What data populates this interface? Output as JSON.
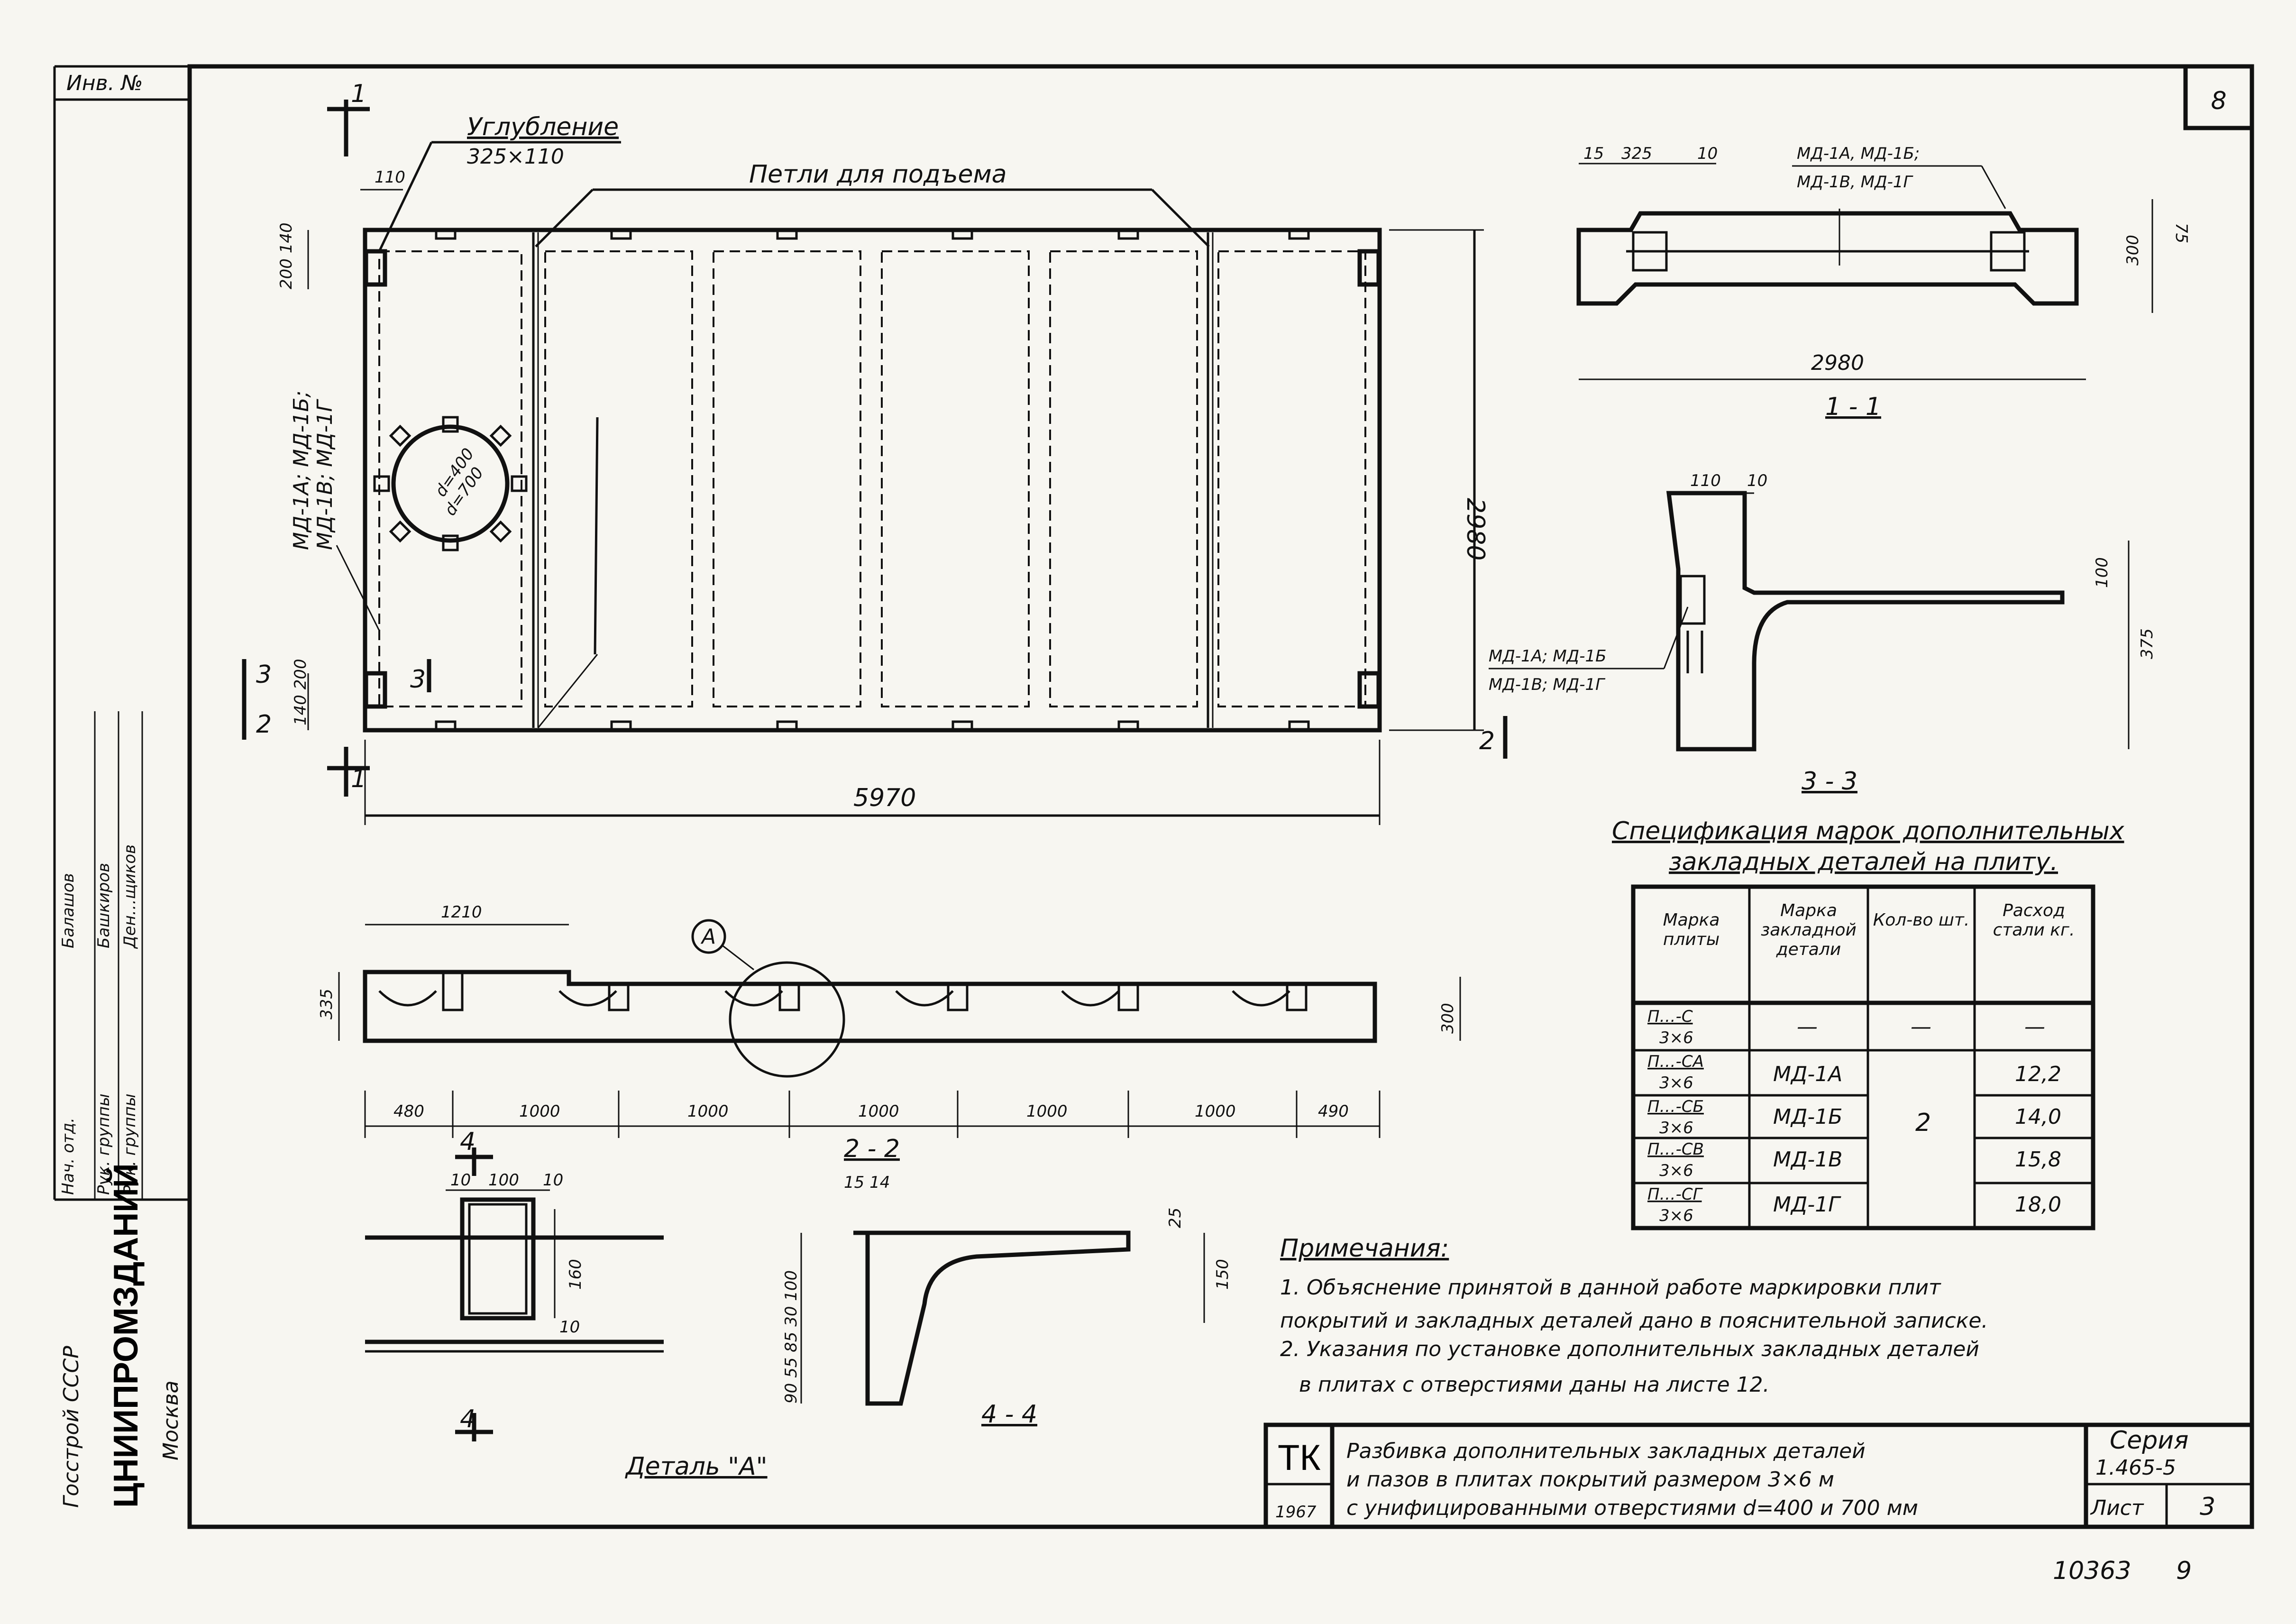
{
  "sheet_corner_number": "8",
  "sidebar": {
    "inv_label": "Инв. №",
    "org_line1": "Госстрой СССР",
    "org_name": "ЦНИИПРОМЗДАНИЙ",
    "city": "Москва",
    "roles": [
      "Нач. отд.",
      "Рук. группы",
      "Рук. группы"
    ],
    "names": [
      "Балашов",
      "Башкиров",
      "Ден…щиков"
    ]
  },
  "plan": {
    "recess_label": "Углубление",
    "recess_size": "325×110",
    "loops_label": "Петли для подъема",
    "dim_110": "110",
    "dim_top_left": "200 140",
    "dim_bottom_left": "140 200",
    "dim_length": "5970",
    "dim_width": "2980",
    "parts_label_1": "МД-1А; МД-1Б;",
    "parts_label_2": "МД-1В; МД-1Г",
    "hole_d400": "d=400",
    "hole_d700": "d=700",
    "cut_1": "1",
    "cut_2": "2",
    "cut_3": "3"
  },
  "section_2_2": {
    "title": "2 - 2",
    "sub": "15  14",
    "dim_1210": "1210",
    "dim_335": "335",
    "dim_300": "300",
    "callout_a": "А",
    "spacing": [
      "480",
      "1000",
      "1000",
      "1000",
      "1000",
      "1000",
      "490"
    ]
  },
  "section_1_1": {
    "title": "1 - 1",
    "dims_top": [
      "15",
      "325",
      "10"
    ],
    "labels_1": "МД-1А, МД-1Б;",
    "labels_2": "МД-1В, МД-1Г",
    "dim_75": "75",
    "dim_300": "300",
    "dim_2980": "2980"
  },
  "section_3_3": {
    "title": "3 - 3",
    "dims_top": [
      "110",
      "10"
    ],
    "dim_100": "100",
    "dim_375": "375",
    "labels_1": "МД-1А; МД-1Б",
    "labels_2": "МД-1В; МД-1Г"
  },
  "detail_a": {
    "title": "Деталь \"А\"",
    "dims": [
      "10",
      "100",
      "10"
    ],
    "dim_160": "160",
    "dim_10": "10",
    "cut": "4"
  },
  "section_4_4": {
    "title": "4 - 4",
    "dim_25": "25",
    "dim_150": "150",
    "dim_side": "90 55 85 30 100"
  },
  "spec_table": {
    "title_1": "Спецификация марок дополнительных",
    "title_2": "закладных деталей на плиту.",
    "headers": [
      "Марка плиты",
      "Марка закладной детали",
      "Кол-во шт.",
      "Расход стали кг."
    ],
    "rows": [
      {
        "plate": "П…-С",
        "size": "3×6",
        "part": "—",
        "qty": "—",
        "steel": "—"
      },
      {
        "plate": "П…-СА",
        "size": "3×6",
        "part": "МД-1А",
        "qty": "",
        "steel": "12,2"
      },
      {
        "plate": "П…-СБ",
        "size": "3×6",
        "part": "МД-1Б",
        "qty": "2",
        "steel": "14,0"
      },
      {
        "plate": "П…-СВ",
        "size": "3×6",
        "part": "МД-1В",
        "qty": "",
        "steel": "15,8"
      },
      {
        "plate": "П…-СГ",
        "size": "3×6",
        "part": "МД-1Г",
        "qty": "",
        "steel": "18,0"
      }
    ]
  },
  "notes": {
    "heading": "Примечания:",
    "lines": [
      "1. Объяснение принятой в данной работе маркировки плит",
      "покрытий и закладных деталей дано в пояснительной записке.",
      "2. Указания по установке дополнительных закладных деталей",
      "в плитах с отверстиями даны на листе 12."
    ]
  },
  "title_block": {
    "tk": "ТК",
    "year": "1967",
    "desc": [
      "Разбивка дополнительных закладных деталей",
      "и пазов в плитах покрытий размером 3×6 м",
      "с унифицированными отверстиями d=400 и 700 мм"
    ],
    "series_label": "Серия",
    "series_value": "1.465-5",
    "sheet_label": "Лист",
    "sheet_value": "3"
  },
  "bottom_numbers": [
    "10363",
    "9"
  ]
}
